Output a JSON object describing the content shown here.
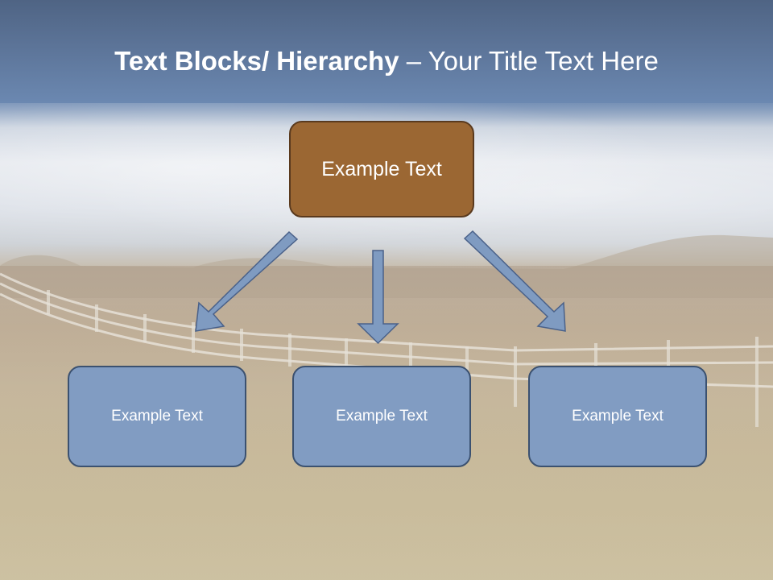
{
  "slide": {
    "title_bold": "Text Blocks/ Hierarchy",
    "title_separator": " – ",
    "title_light": "Your Title Text Here"
  },
  "diagram": {
    "type": "hierarchy",
    "root": {
      "label": "Example Text",
      "color": "#9b6733",
      "border": "#5a3a1e"
    },
    "children": [
      {
        "label": "Example Text",
        "color": "#819cc2",
        "border": "#3b5170"
      },
      {
        "label": "Example Text",
        "color": "#819cc2",
        "border": "#3b5170"
      },
      {
        "label": "Example Text",
        "color": "#819cc2",
        "border": "#3b5170"
      }
    ],
    "arrow_color": "#7f9bc1",
    "arrow_border": "#4a6189"
  },
  "colors": {
    "header": "#5c7498",
    "title_text": "#ffffff"
  }
}
